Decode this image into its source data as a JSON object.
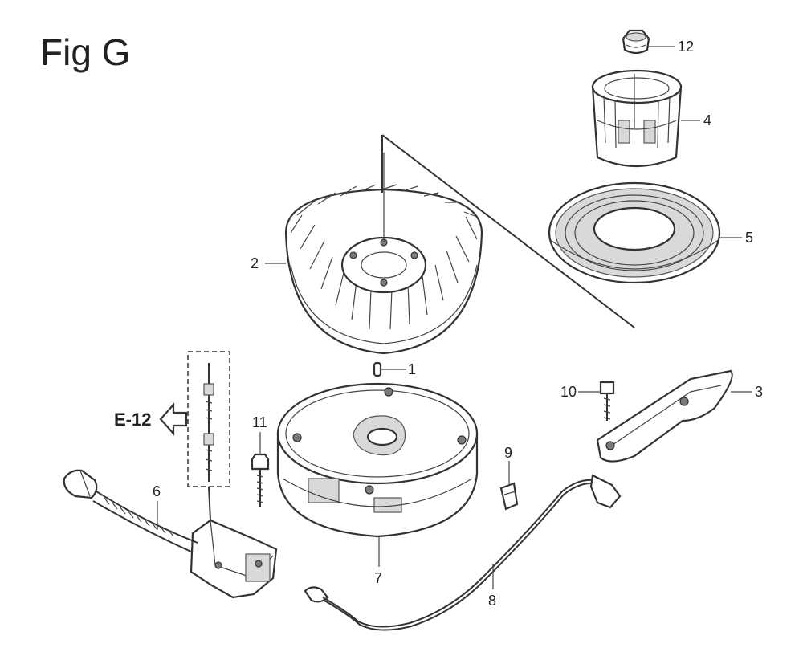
{
  "figure": {
    "title": "Fig G",
    "reference": "E-12"
  },
  "callouts": [
    {
      "id": "1",
      "label": "1"
    },
    {
      "id": "2",
      "label": "2"
    },
    {
      "id": "3",
      "label": "3"
    },
    {
      "id": "4",
      "label": "4"
    },
    {
      "id": "5",
      "label": "5"
    },
    {
      "id": "6",
      "label": "6"
    },
    {
      "id": "7",
      "label": "7"
    },
    {
      "id": "8",
      "label": "8"
    },
    {
      "id": "9",
      "label": "9"
    },
    {
      "id": "10",
      "label": "10"
    },
    {
      "id": "11",
      "label": "11"
    },
    {
      "id": "12",
      "label": "12"
    }
  ]
}
